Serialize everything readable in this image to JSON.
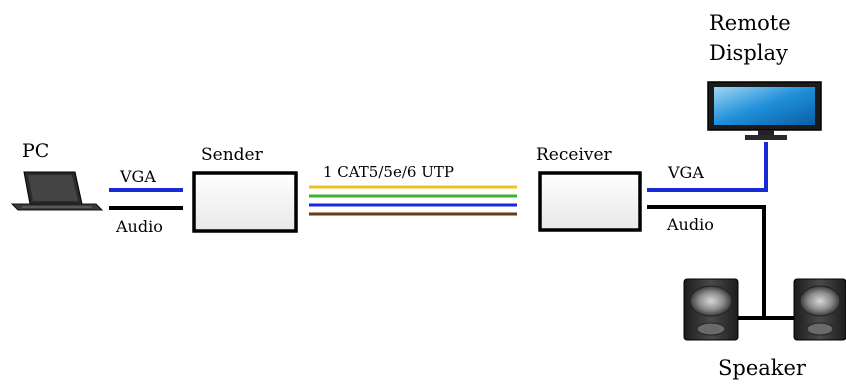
{
  "labels": {
    "pc": "PC",
    "vga_left": "VGA",
    "audio_left": "Audio",
    "sender": "Sender",
    "cable": "1 CAT5/5e/6 UTP",
    "receiver": "Receiver",
    "vga_right": "VGA",
    "audio_right": "Audio",
    "remote_display_line1": "Remote",
    "remote_display_line2": "Display",
    "speaker": "Speaker"
  },
  "colors": {
    "vga_line": "#1a2ad6",
    "audio_line": "#000000",
    "cable_pairs": [
      "#f0c020",
      "#40b030",
      "#1a2ad6",
      "#6b3a10"
    ],
    "screen": "#1e8fd8",
    "box_border": "#000000"
  },
  "icons": {
    "pc": "laptop-icon",
    "display": "monitor-icon",
    "speakers": "speaker-icon"
  }
}
